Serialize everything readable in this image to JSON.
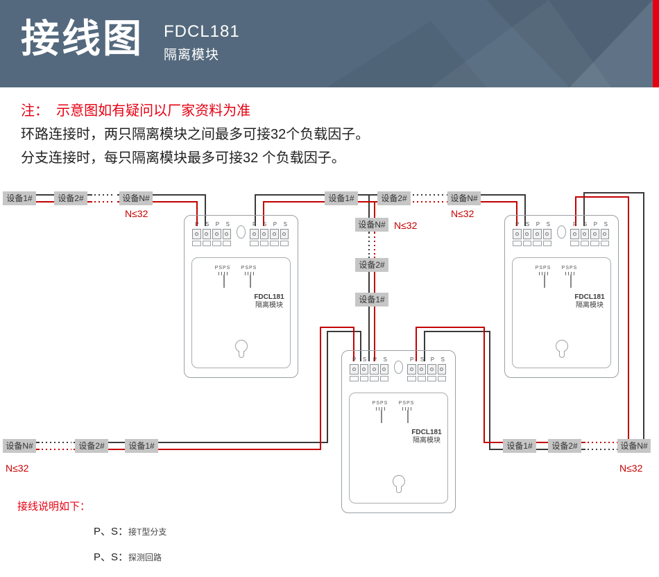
{
  "header": {
    "title": "接线图",
    "model": "FDCL181",
    "subtitle": "隔离模块"
  },
  "notes": {
    "warning": "注：  示意图如有疑问以厂家资料为准",
    "line1": "环路连接时，两只隔离模块之间最多可接32个负载因子。",
    "line2": "分支连接时，每只隔离模块最多可接32 个负载因子。"
  },
  "labels": {
    "device1": "设备1#",
    "device2": "设备2#",
    "deviceN": "设备N#",
    "n_limit": "N≤32"
  },
  "module": {
    "terminal_labels": [
      "P",
      "S",
      "P",
      "S"
    ],
    "inner_label": "PSPS",
    "name_line1": "FDCL181",
    "name_line2": "隔离模块"
  },
  "legend": {
    "title": "接线说明如下：",
    "items": [
      {
        "key": "P、S：",
        "value": "接T型分支"
      },
      {
        "key": "P、S：",
        "value": "探测回路"
      }
    ]
  },
  "colors": {
    "header_bg": "#54697d",
    "accent_red": "#e60012",
    "wire_red": "#c40000",
    "wire_black": "#3a3a3a",
    "device_bg": "#c6c6c6"
  }
}
